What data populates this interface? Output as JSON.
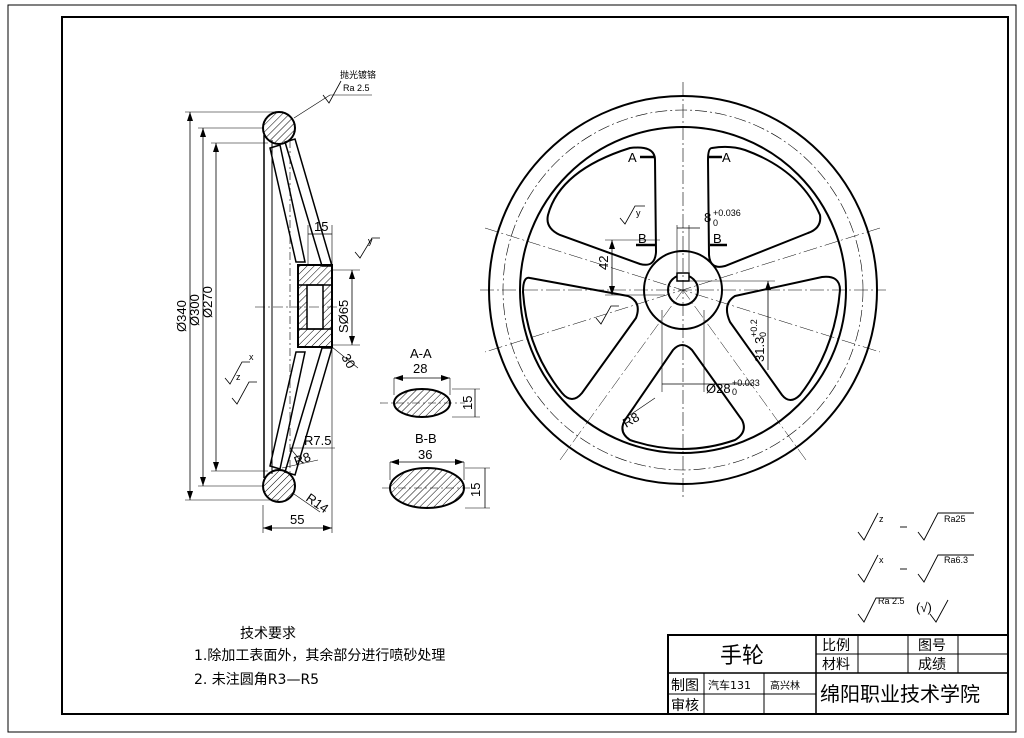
{
  "side_view": {
    "surface_note": "抛光镀铬",
    "surface_note_ra": "Ra 2.5",
    "dims": {
      "d340": "Ø340",
      "d300": "Ø300",
      "d270": "Ø270",
      "w15": "15",
      "sd65": "SØ65",
      "a30": "30",
      "r75": "R7.5",
      "r8": "R8",
      "r14": "R14",
      "w55": "55"
    },
    "rough_z": "z",
    "rough_x": "x",
    "rough_y": "y"
  },
  "section_aa": {
    "title": "A-A",
    "width": "28",
    "height": "15"
  },
  "section_bb": {
    "title": "B-B",
    "width": "36",
    "height": "15"
  },
  "front_view": {
    "cut_a_left": "A",
    "cut_a_right": "A",
    "cut_b_left": "B",
    "cut_b_right": "B",
    "key_width": "8",
    "key_width_tol": "+0.036",
    "key_width_tol_low": "0",
    "dim_42": "42",
    "dim_313": "31.3",
    "dim_313_tol": "+0.2",
    "dim_313_tol_low": "0",
    "bore": "Ø28",
    "bore_tol": "+0.033",
    "bore_tol_low": "0",
    "r8": "R8",
    "rough_y": "y"
  },
  "roughness_legend": [
    {
      "symbol": "z",
      "value": "Ra25"
    },
    {
      "symbol": "x",
      "value": "Ra6.3"
    },
    {
      "symbol": "Ra 2.5",
      "value": "(√)"
    }
  ],
  "tech_requirements": {
    "title": "技术要求",
    "item1": "1.除加工表面外，其余部分进行喷砂处理",
    "item2": "2. 未注圆角R3—R5"
  },
  "title_block": {
    "part_name": "手轮",
    "scale_label": "比例",
    "material_label": "材料",
    "drawing_no_label": "图号",
    "grade_label": "成绩",
    "drawn_label": "制图",
    "check_label": "审核",
    "class": "汽车131",
    "student": "高兴林",
    "school": "绵阳职业技术学院"
  }
}
